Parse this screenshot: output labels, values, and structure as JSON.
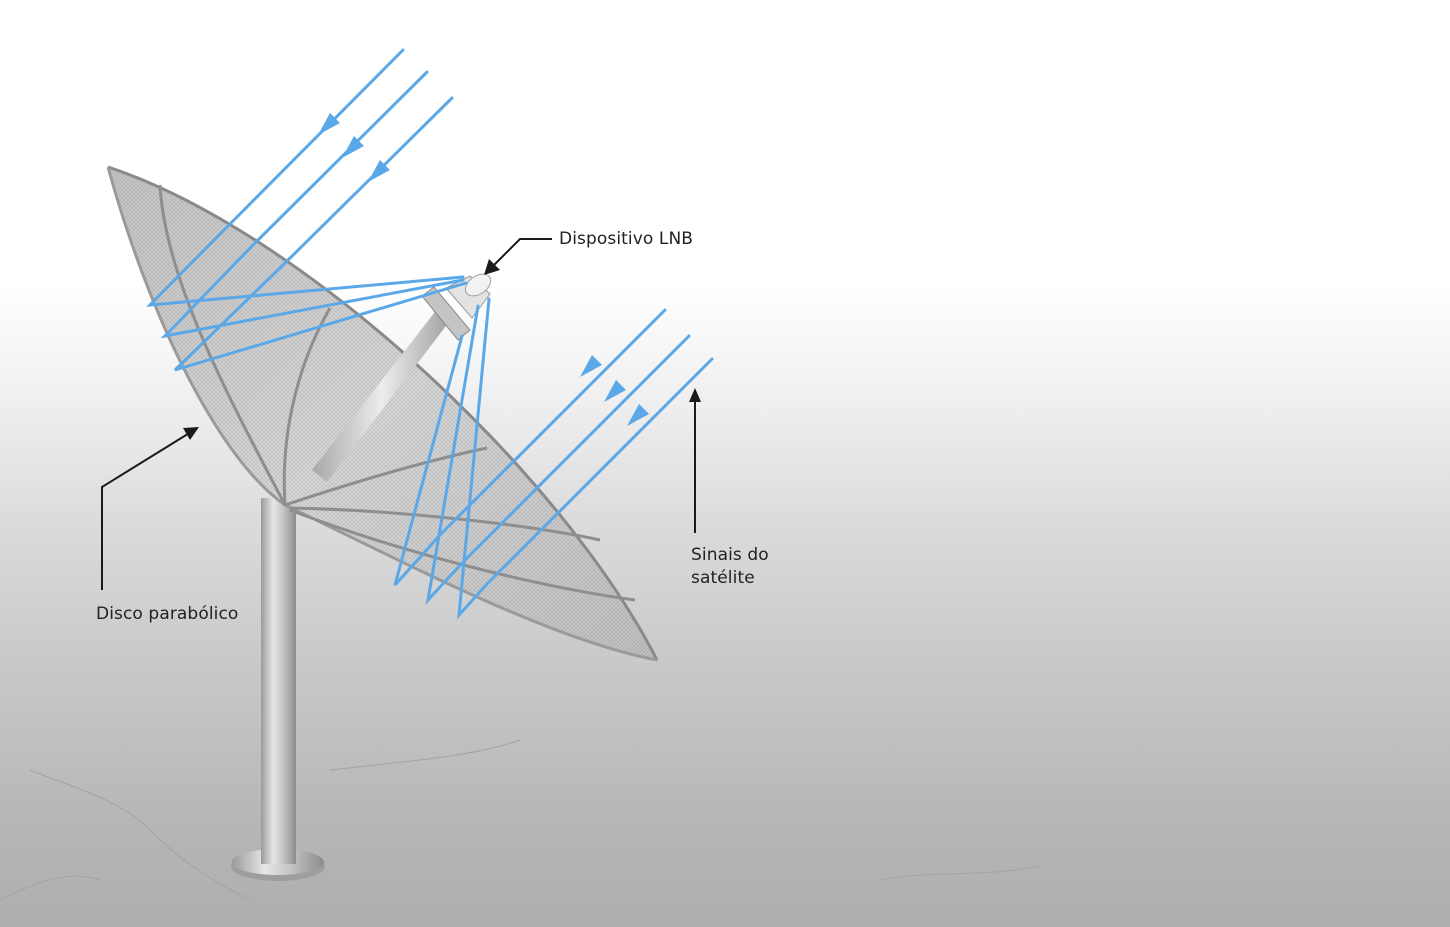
{
  "labels": {
    "lnb": "Dispositivo LNB",
    "dish": "Disco parabólico",
    "signals_line1": "Sinais do",
    "signals_line2": "satélite"
  },
  "colors": {
    "signal_ray": "#5aa8e8",
    "pointer": "#1a1a1a",
    "dish_rim": "#8a8a8a",
    "mast": "#b9b9b9"
  },
  "icons": {
    "ray_arrow": "triangle-arrowhead",
    "pointer_arrow": "black-arrowhead"
  }
}
